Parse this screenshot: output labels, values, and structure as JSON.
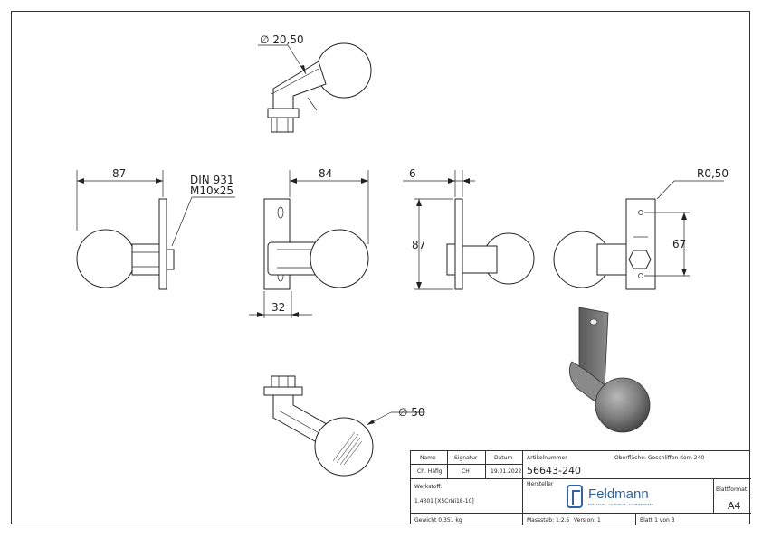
{
  "dimensions": {
    "top_diameter": "∅ 20,50",
    "left_width": "87",
    "bolt_line1": "DIN 931",
    "bolt_line2": "M10x25",
    "center_width": "84",
    "center_bottom": "32",
    "side_thickness": "6",
    "side_height": "87",
    "radius": "R0,50",
    "hole_spacing": "67",
    "ball_diameter": "∅ 50"
  },
  "title_block": {
    "col_name": "Name",
    "col_signature": "Signatur",
    "col_date": "Datum",
    "name_value": "Ch. Häfig",
    "signature_value": "CH",
    "date_value": "19.01.2022",
    "article_label": "Artikelnummer",
    "article_number": "56643-240",
    "surface": "Oberfläche: Geschliffen Korn 240",
    "material_label": "Werkstoff:",
    "material_value": "1.4301 [X5CrNi18-10]",
    "manufacturer_label": "Hersteller",
    "logo_text": "Feldmann",
    "logo_subtext": "EDELSTAHL · ALUMINIUM · SCHMIEDEEISEN",
    "format_label": "Blattformat",
    "format_value": "A4",
    "weight": "Gewicht 0,351 kg",
    "scale": "Massstab: 1:2.5",
    "version": "Version: 1",
    "sheet": "Blatt 1 von 3"
  }
}
